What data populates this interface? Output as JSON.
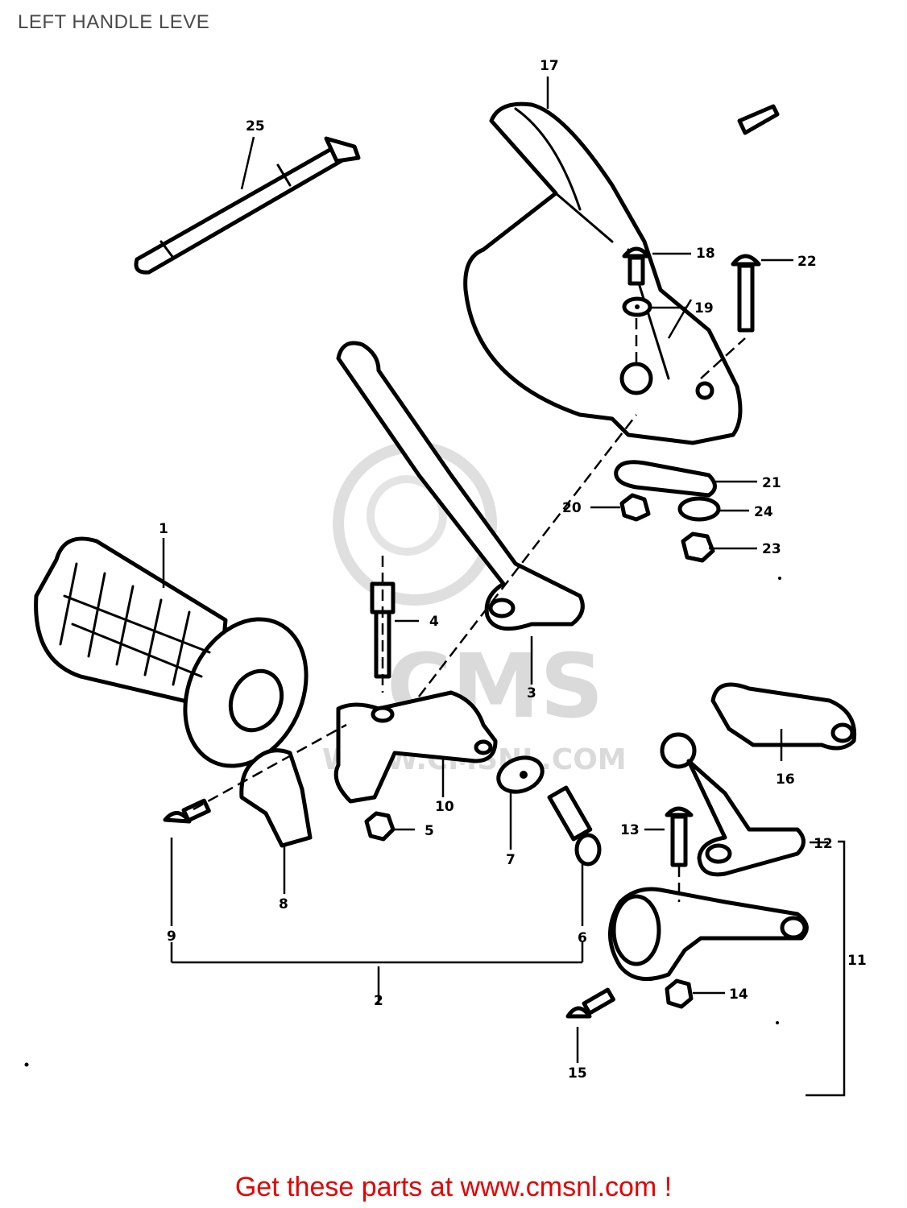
{
  "page": {
    "title": "LEFT HANDLE LEVE",
    "footer": "Get these parts at www.cmsnl.com !"
  },
  "watermark": {
    "brand": "CMS",
    "url": "WWW.CMSNL.COM"
  },
  "callouts": [
    "1",
    "2",
    "3",
    "4",
    "5",
    "6",
    "7",
    "8",
    "9",
    "10",
    "11",
    "12",
    "13",
    "14",
    "15",
    "16",
    "17",
    "18",
    "19",
    "20",
    "21",
    "22",
    "23",
    "24",
    "25"
  ],
  "colors": {
    "footer": "#e60000",
    "title": "#4a4a4a",
    "watermark": "#d6d6d6"
  }
}
